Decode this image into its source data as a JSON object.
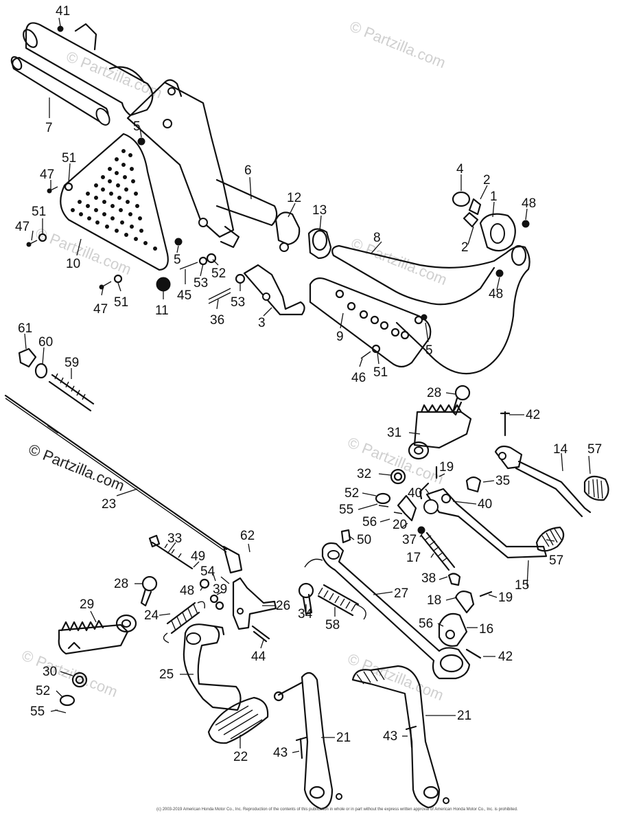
{
  "watermarks": {
    "light": "© Partzilla.com",
    "dark": "© Partzilla.com"
  },
  "footer": "(c) 2003-2019 American Honda Motor Co., Inc. Reproduction of the contents of this publication in whole or in part without the express written approval of American Honda Motor Co., Inc. is prohibited.",
  "callouts": {
    "c41": "41",
    "c7": "7",
    "c5a": "5",
    "c51a": "51",
    "c47a": "47",
    "c6": "6",
    "c4": "4",
    "c2a": "2",
    "c1": "1",
    "c48a": "48",
    "c12": "12",
    "c13": "13",
    "c51b": "51",
    "c47b": "47",
    "c2b": "2",
    "c8": "8",
    "c10": "10",
    "c5b": "5",
    "c52a": "52",
    "c53a": "53",
    "c45": "45",
    "c47c": "47",
    "c51c": "51",
    "c11": "11",
    "c53b": "53",
    "c36": "36",
    "c3": "3",
    "c48b": "48",
    "c9": "9",
    "c5c": "5",
    "c46": "46",
    "c51d": "51",
    "c61": "61",
    "c60": "60",
    "c59": "59",
    "c28a": "28",
    "c42a": "42",
    "c31": "31",
    "c14": "14",
    "c57a": "57",
    "c32": "32",
    "c19a": "19",
    "c35": "35",
    "c52b": "52",
    "c40a": "40",
    "c40b": "40",
    "c55a": "55",
    "c56a": "56",
    "c20": "20",
    "c23": "23",
    "c50": "50",
    "c37": "37",
    "c57b": "57",
    "c33": "33",
    "c62": "62",
    "c49": "49",
    "c17": "17",
    "c54": "54",
    "c28b": "28",
    "c48c": "48",
    "c39": "39",
    "c27": "27",
    "c38": "38",
    "c15": "15",
    "c29": "29",
    "c26": "26",
    "c18": "18",
    "c19b": "19",
    "c24": "24",
    "c34": "34",
    "c58": "58",
    "c56b": "56",
    "c16": "16",
    "c44": "44",
    "c42b": "42",
    "c25": "25",
    "c30": "30",
    "c52c": "52",
    "c55b": "55",
    "c21a": "21",
    "c21b": "21",
    "c22": "22",
    "c43a": "43",
    "c43b": "43"
  }
}
